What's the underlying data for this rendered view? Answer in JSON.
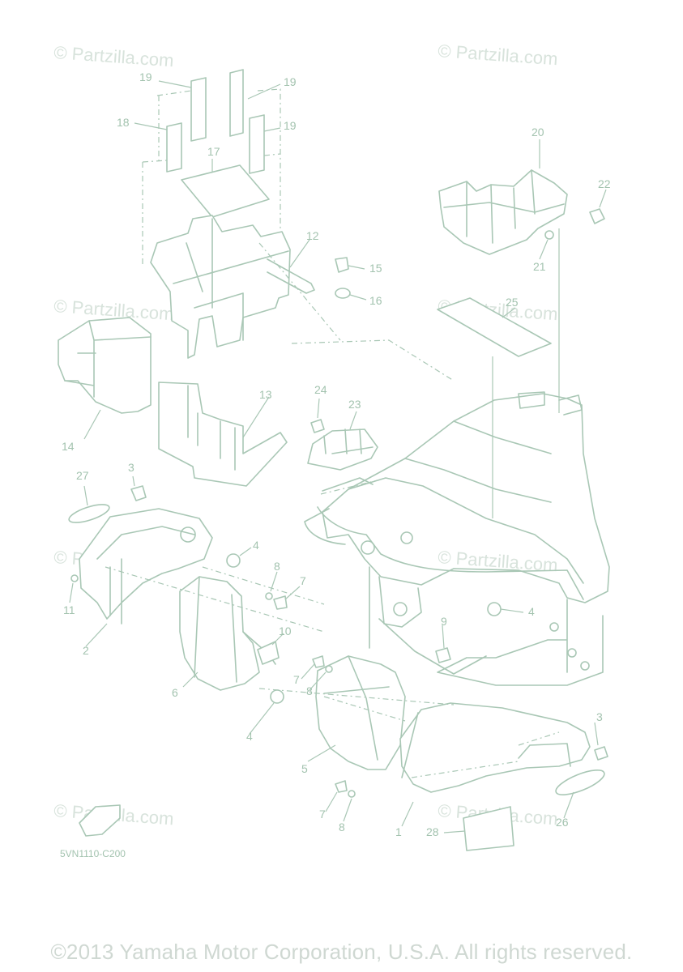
{
  "watermarks": [
    "© Partzilla.com",
    "© Partzilla.com",
    "© Partzilla.com",
    "© Partzilla.com",
    "© Partzilla.com",
    "© Partzilla.com",
    "© Partzilla.com",
    "© Partzilla.com"
  ],
  "labels": {
    "l1": "1",
    "l2": "2",
    "l3a": "3",
    "l3b": "3",
    "l4a": "4",
    "l4b": "4",
    "l4c": "4",
    "l5": "5",
    "l6": "6",
    "l7a": "7",
    "l7b": "7",
    "l7c": "7",
    "l8a": "8",
    "l8b": "8",
    "l8c": "8",
    "l9": "9",
    "l10": "10",
    "l11": "11",
    "l12": "12",
    "l13": "13",
    "l14": "14",
    "l15": "15",
    "l16": "16",
    "l17": "17",
    "l18": "18",
    "l19a": "19",
    "l19b": "19",
    "l19c": "19",
    "l20": "20",
    "l21": "21",
    "l22": "22",
    "l23": "23",
    "l24": "24",
    "l25": "25",
    "l26": "26",
    "l27": "27",
    "l28": "28"
  },
  "diagram_code": "5VN1110-C200",
  "copyright": "©2013 Yamaha Motor Corporation, U.S.A. All rights reserved."
}
